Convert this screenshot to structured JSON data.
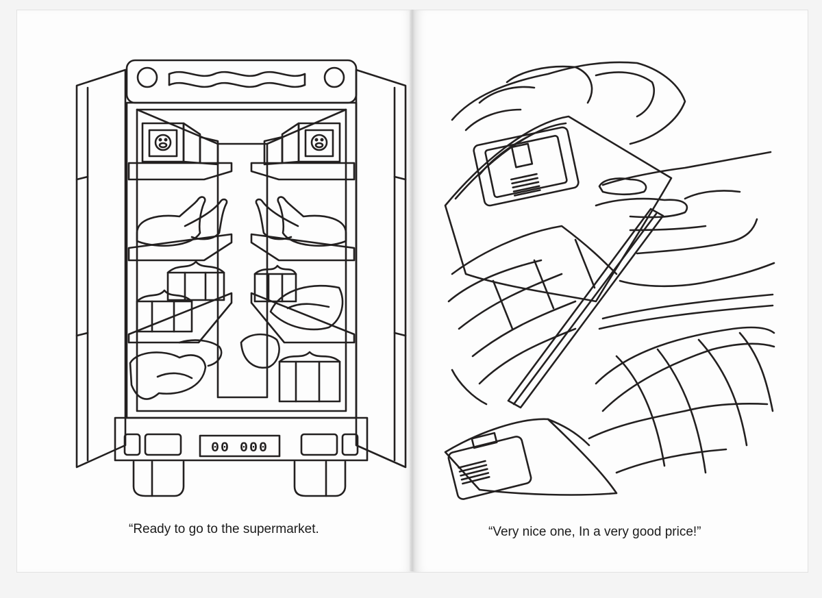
{
  "left_page": {
    "caption": "“Ready to go to the supermarket.",
    "license_plate": "00 000"
  },
  "right_page": {
    "caption": "“Very nice one, In a very good price!”"
  }
}
